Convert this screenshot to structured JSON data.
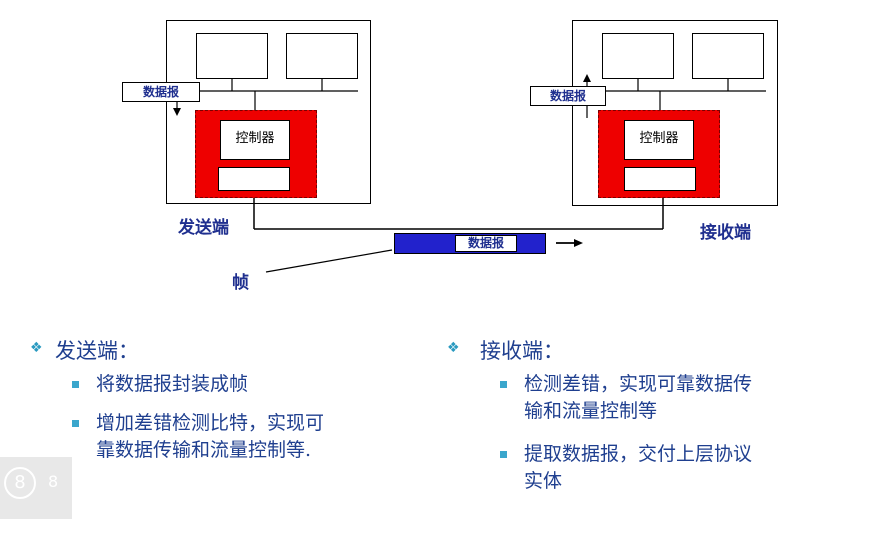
{
  "diagram": {
    "datagram_label": "数据报",
    "controller_label": "控制器",
    "sender_label": "发送端",
    "receiver_label": "接收端",
    "frame_label": "帧"
  },
  "bullets": {
    "left": {
      "heading": "发送端：",
      "items": [
        "将数据报封装成帧",
        "增加差错检测比特，实现可",
        "靠数据传输和流量控制等."
      ]
    },
    "right": {
      "heading": "接收端：",
      "items": [
        "检测差错，实现可靠数据传",
        "输和流量控制等",
        "提取数据报，交付上层协议",
        "实体"
      ]
    }
  },
  "page_number": {
    "circle": "8",
    "text": "8"
  },
  "colors": {
    "red": "#ee0000",
    "navy": "#1f2f8f",
    "bullet_teal": "#2a9ac0",
    "frame_blue": "#2222cc"
  }
}
